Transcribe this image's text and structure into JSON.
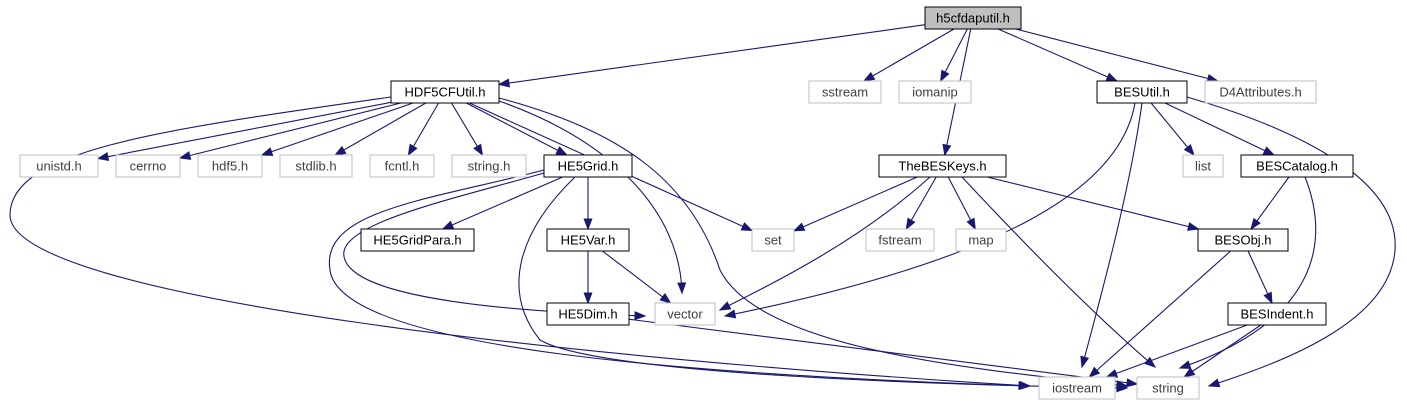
{
  "colors": {
    "edge": "#191970",
    "root_fill": "#bfbfbf",
    "documented_stroke": "#000000",
    "external_stroke": "#bfbfbf",
    "documented_text": "#000000",
    "external_text": "#404040"
  },
  "nodes": [
    {
      "id": "h5cfdaputil",
      "label": "h5cfdaputil.h",
      "kind": "root"
    },
    {
      "id": "hdf5cfutil",
      "label": "HDF5CFUtil.h",
      "kind": "documented"
    },
    {
      "id": "sstream",
      "label": "sstream",
      "kind": "external"
    },
    {
      "id": "iomanip",
      "label": "iomanip",
      "kind": "external"
    },
    {
      "id": "thebeskeys",
      "label": "TheBESKeys.h",
      "kind": "documented"
    },
    {
      "id": "besutil",
      "label": "BESUtil.h",
      "kind": "documented"
    },
    {
      "id": "d4attributes",
      "label": "D4Attributes.h",
      "kind": "external"
    },
    {
      "id": "unistd",
      "label": "unistd.h",
      "kind": "external"
    },
    {
      "id": "cerrno",
      "label": "cerrno",
      "kind": "external"
    },
    {
      "id": "hdf5",
      "label": "hdf5.h",
      "kind": "external"
    },
    {
      "id": "stdlib",
      "label": "stdlib.h",
      "kind": "external"
    },
    {
      "id": "fcntl",
      "label": "fcntl.h",
      "kind": "external"
    },
    {
      "id": "stringh",
      "label": "string.h",
      "kind": "external"
    },
    {
      "id": "he5grid",
      "label": "HE5Grid.h",
      "kind": "documented"
    },
    {
      "id": "set",
      "label": "set",
      "kind": "external"
    },
    {
      "id": "vector",
      "label": "vector",
      "kind": "external"
    },
    {
      "id": "string",
      "label": "string",
      "kind": "external"
    },
    {
      "id": "iostream",
      "label": "iostream",
      "kind": "external"
    },
    {
      "id": "fstream",
      "label": "fstream",
      "kind": "external"
    },
    {
      "id": "map",
      "label": "map",
      "kind": "external"
    },
    {
      "id": "list",
      "label": "list",
      "kind": "external"
    },
    {
      "id": "bescatalog",
      "label": "BESCatalog.h",
      "kind": "documented"
    },
    {
      "id": "he5gridpara",
      "label": "HE5GridPara.h",
      "kind": "documented"
    },
    {
      "id": "he5var",
      "label": "HE5Var.h",
      "kind": "documented"
    },
    {
      "id": "besobj",
      "label": "BESObj.h",
      "kind": "documented"
    },
    {
      "id": "he5dim",
      "label": "HE5Dim.h",
      "kind": "documented"
    },
    {
      "id": "besindent",
      "label": "BESIndent.h",
      "kind": "documented"
    }
  ],
  "edges": [
    [
      "h5cfdaputil",
      "hdf5cfutil"
    ],
    [
      "h5cfdaputil",
      "sstream"
    ],
    [
      "h5cfdaputil",
      "iomanip"
    ],
    [
      "h5cfdaputil",
      "thebeskeys"
    ],
    [
      "h5cfdaputil",
      "besutil"
    ],
    [
      "h5cfdaputil",
      "d4attributes"
    ],
    [
      "hdf5cfutil",
      "unistd"
    ],
    [
      "hdf5cfutil",
      "cerrno"
    ],
    [
      "hdf5cfutil",
      "hdf5"
    ],
    [
      "hdf5cfutil",
      "stdlib"
    ],
    [
      "hdf5cfutil",
      "fcntl"
    ],
    [
      "hdf5cfutil",
      "stringh"
    ],
    [
      "hdf5cfutil",
      "he5grid"
    ],
    [
      "hdf5cfutil",
      "set"
    ],
    [
      "hdf5cfutil",
      "vector"
    ],
    [
      "hdf5cfutil",
      "string"
    ],
    [
      "hdf5cfutil",
      "iostream"
    ],
    [
      "he5grid",
      "he5gridpara"
    ],
    [
      "he5grid",
      "he5var"
    ],
    [
      "he5grid",
      "vector"
    ],
    [
      "he5grid",
      "string"
    ],
    [
      "he5grid",
      "iostream"
    ],
    [
      "he5var",
      "vector"
    ],
    [
      "he5var",
      "he5dim"
    ],
    [
      "he5dim",
      "string"
    ],
    [
      "thebeskeys",
      "set"
    ],
    [
      "thebeskeys",
      "fstream"
    ],
    [
      "thebeskeys",
      "map"
    ],
    [
      "thebeskeys",
      "vector"
    ],
    [
      "thebeskeys",
      "string"
    ],
    [
      "thebeskeys",
      "besobj"
    ],
    [
      "besutil",
      "list"
    ],
    [
      "besutil",
      "bescatalog"
    ],
    [
      "besutil",
      "vector"
    ],
    [
      "besutil",
      "iostream"
    ],
    [
      "besutil",
      "string"
    ],
    [
      "bescatalog",
      "besobj"
    ],
    [
      "bescatalog",
      "string"
    ],
    [
      "besobj",
      "besindent"
    ],
    [
      "besobj",
      "iostream"
    ],
    [
      "besindent",
      "iostream"
    ],
    [
      "besindent",
      "string"
    ]
  ]
}
